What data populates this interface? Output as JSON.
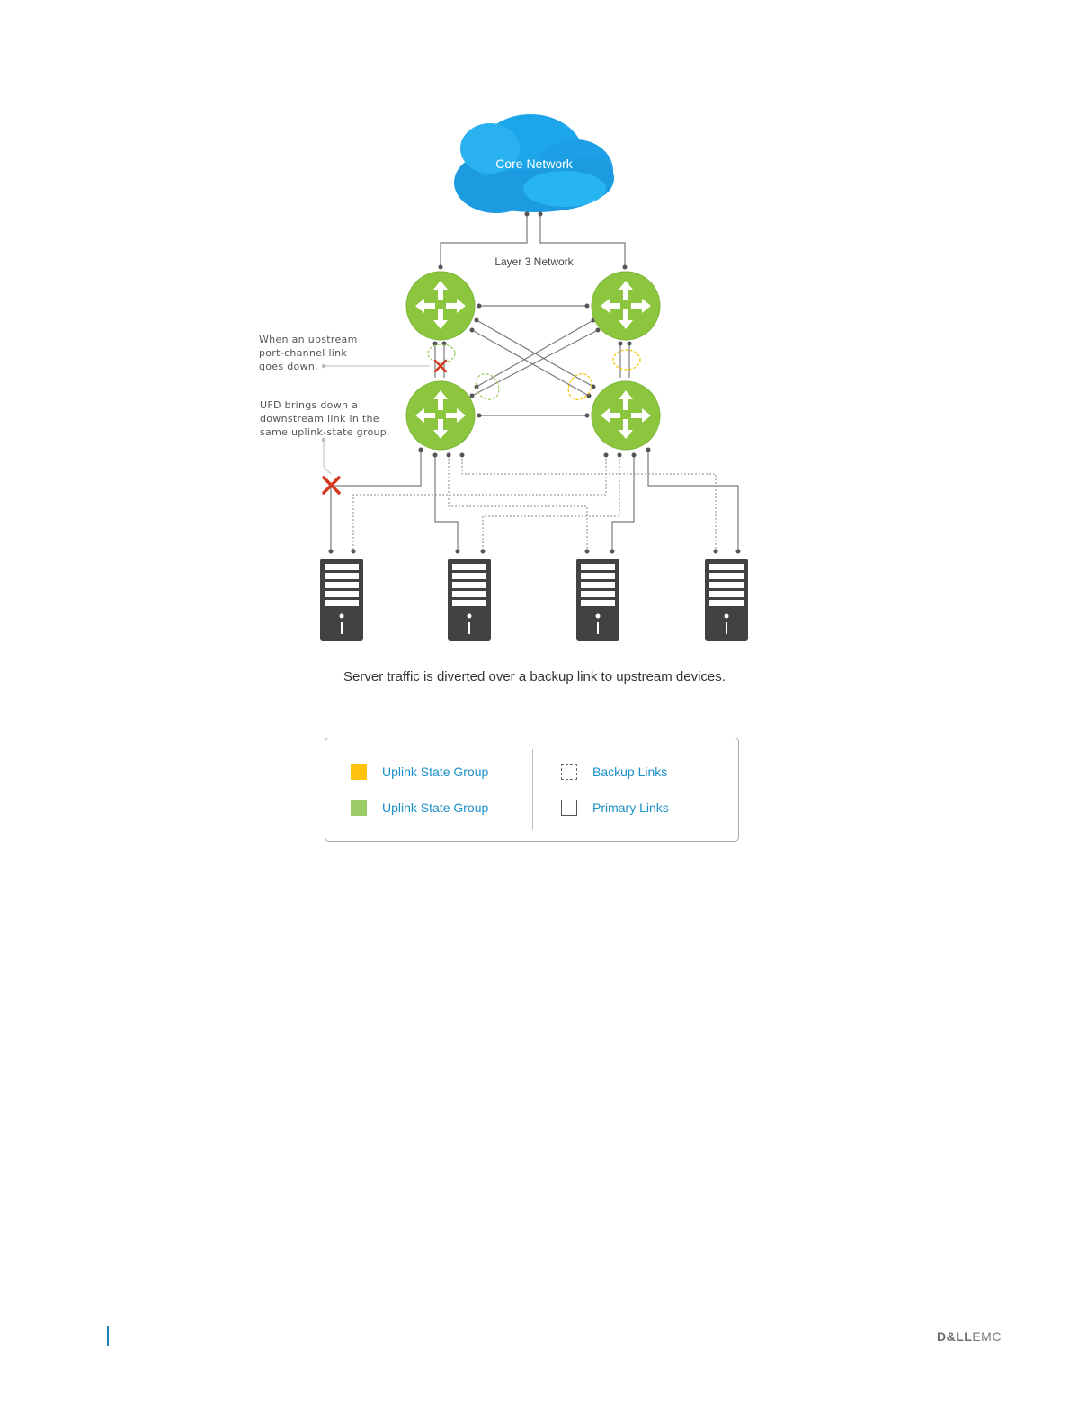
{
  "diagram": {
    "cloud_label": "Core Network",
    "layer_label": "Layer 3 Network",
    "callout_upstream": [
      "When an upstream",
      "port-channel link",
      "goes down."
    ],
    "callout_ufd": [
      "UFD brings down a",
      "downstream link in the",
      "same uplink-state group."
    ],
    "caption": "Server traffic is diverted over a backup link to upstream devices.",
    "colors": {
      "cloud": "#1aa3e8",
      "router": "#8cc63f",
      "server": "#424242",
      "link": "#7a7a7a",
      "failure": "#d33b1f",
      "group_yellow": "#f5c300",
      "group_green": "#9ccc65"
    }
  },
  "legend": {
    "items": [
      {
        "label": "Uplink State Group",
        "swatch": "yellow",
        "color": "#ffc20e"
      },
      {
        "label": "Uplink State Group",
        "swatch": "green",
        "color": "#9ccc65"
      },
      {
        "label": "Backup Links",
        "swatch": "dashed-box"
      },
      {
        "label": "Primary Links",
        "swatch": "solid-box"
      }
    ]
  },
  "footer": {
    "brand_strong": "D&LL",
    "brand_light": "EMC"
  }
}
